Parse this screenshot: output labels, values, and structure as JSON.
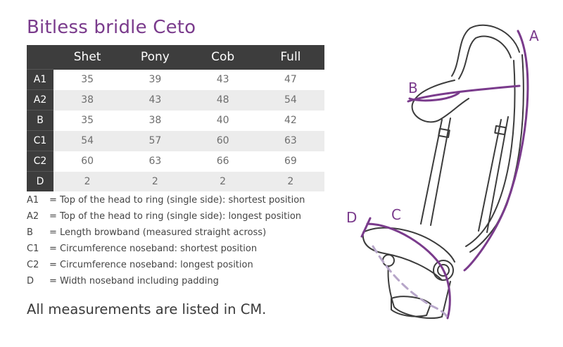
{
  "title": "Bitless bridle Ceto",
  "table": {
    "columns": [
      "Shet",
      "Pony",
      "Cob",
      "Full"
    ],
    "rows": [
      {
        "label": "A1",
        "values": [
          "35",
          "39",
          "43",
          "47"
        ]
      },
      {
        "label": "A2",
        "values": [
          "38",
          "43",
          "48",
          "54"
        ]
      },
      {
        "label": "B",
        "values": [
          "35",
          "38",
          "40",
          "42"
        ]
      },
      {
        "label": "C1",
        "values": [
          "54",
          "57",
          "60",
          "63"
        ]
      },
      {
        "label": "C2",
        "values": [
          "60",
          "63",
          "66",
          "69"
        ]
      },
      {
        "label": "D",
        "values": [
          "2",
          "2",
          "2",
          "2"
        ]
      }
    ]
  },
  "legend": [
    {
      "code": "A1",
      "text": "= Top of the head to ring (single side): shortest position"
    },
    {
      "code": "A2",
      "text": "= Top of the head to ring (single side): longest position"
    },
    {
      "code": "B",
      "text": "= Length browband (measured straight across)"
    },
    {
      "code": "C1",
      "text": "= Circumference noseband: shortest position"
    },
    {
      "code": "C2",
      "text": "= Circumference noseband: longest position"
    },
    {
      "code": "D",
      "text": "= Width noseband including padding"
    }
  ],
  "note": "All measurements are listed in CM.",
  "diagram": {
    "labels": {
      "a": "A",
      "b": "B",
      "c": "C",
      "d": "D"
    },
    "colors": {
      "accent": "#7a3b8c",
      "dashed": "#b7a6c9",
      "outline": "#3c3c3c"
    }
  }
}
